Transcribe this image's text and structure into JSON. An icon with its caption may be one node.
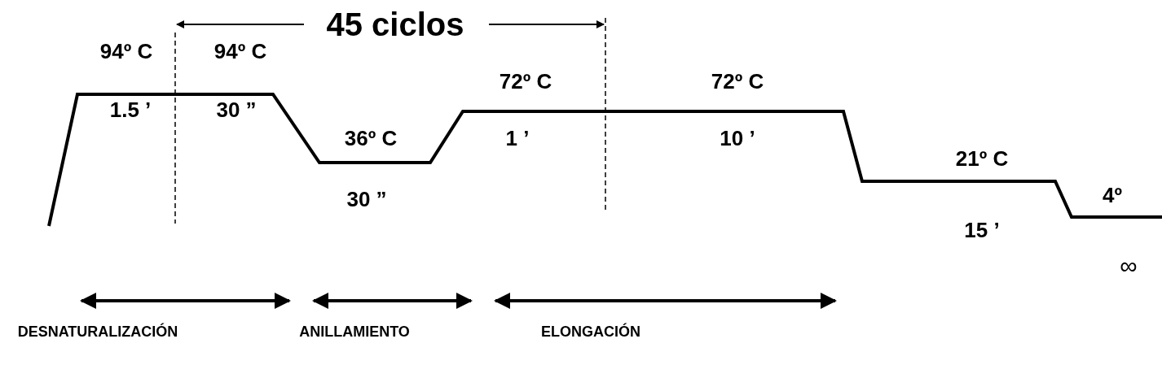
{
  "diagram": {
    "labels": [
      "45 ciclos",
      "94º C",
      "94º C",
      "72º C",
      "72º C",
      "1.5 ’",
      "30 ”",
      "36º C",
      "1 ’",
      "10 ’",
      "21º C",
      "30 ”",
      "4º",
      "15 ’",
      "∞",
      "DESNATURALIZACIÓN",
      "ANILLAMIENTO",
      "ELONGACIÓN"
    ]
  }
}
